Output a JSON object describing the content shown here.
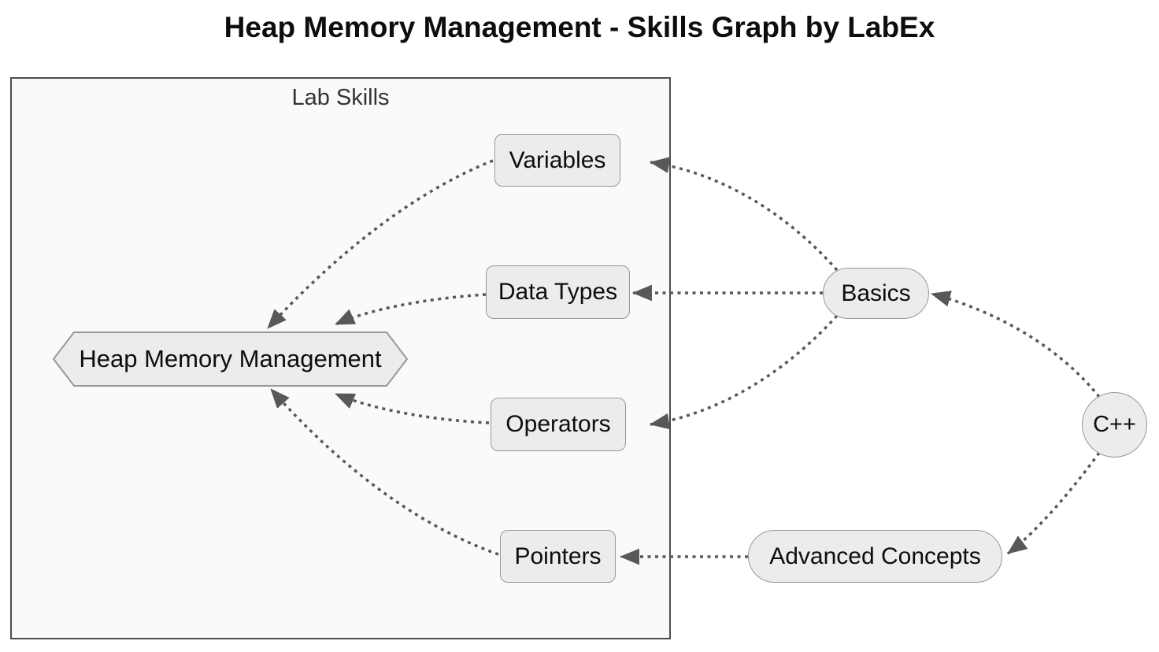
{
  "title": "Heap Memory Management - Skills Graph by LabEx",
  "cluster": {
    "label": "Lab Skills"
  },
  "nodes": {
    "heap": {
      "label": "Heap Memory Management",
      "shape": "hexagon"
    },
    "variables": {
      "label": "Variables",
      "shape": "rounded-rect"
    },
    "data_types": {
      "label": "Data Types",
      "shape": "rounded-rect"
    },
    "operators": {
      "label": "Operators",
      "shape": "rounded-rect"
    },
    "pointers": {
      "label": "Pointers",
      "shape": "rounded-rect"
    },
    "basics": {
      "label": "Basics",
      "shape": "stadium"
    },
    "advanced": {
      "label": "Advanced Concepts",
      "shape": "stadium"
    },
    "cpp": {
      "label": "C++",
      "shape": "circle"
    }
  },
  "edges": [
    {
      "from": "cpp",
      "to": "basics",
      "style": "dotted-arrow"
    },
    {
      "from": "cpp",
      "to": "advanced",
      "style": "dotted-arrow"
    },
    {
      "from": "basics",
      "to": "variables",
      "style": "dotted-arrow"
    },
    {
      "from": "basics",
      "to": "data_types",
      "style": "dotted-arrow"
    },
    {
      "from": "basics",
      "to": "operators",
      "style": "dotted-arrow"
    },
    {
      "from": "advanced",
      "to": "pointers",
      "style": "dotted-arrow"
    },
    {
      "from": "variables",
      "to": "heap",
      "style": "dotted-arrow"
    },
    {
      "from": "data_types",
      "to": "heap",
      "style": "dotted-arrow"
    },
    {
      "from": "operators",
      "to": "heap",
      "style": "dotted-arrow"
    },
    {
      "from": "pointers",
      "to": "heap",
      "style": "dotted-arrow"
    }
  ],
  "colors": {
    "node_fill": "#ececec",
    "node_border": "#989898",
    "cluster_fill": "#fafafa",
    "cluster_border": "#4d4d4d",
    "edge": "#585858",
    "text": "#0d0d0d",
    "cluster_label": "#333333"
  }
}
